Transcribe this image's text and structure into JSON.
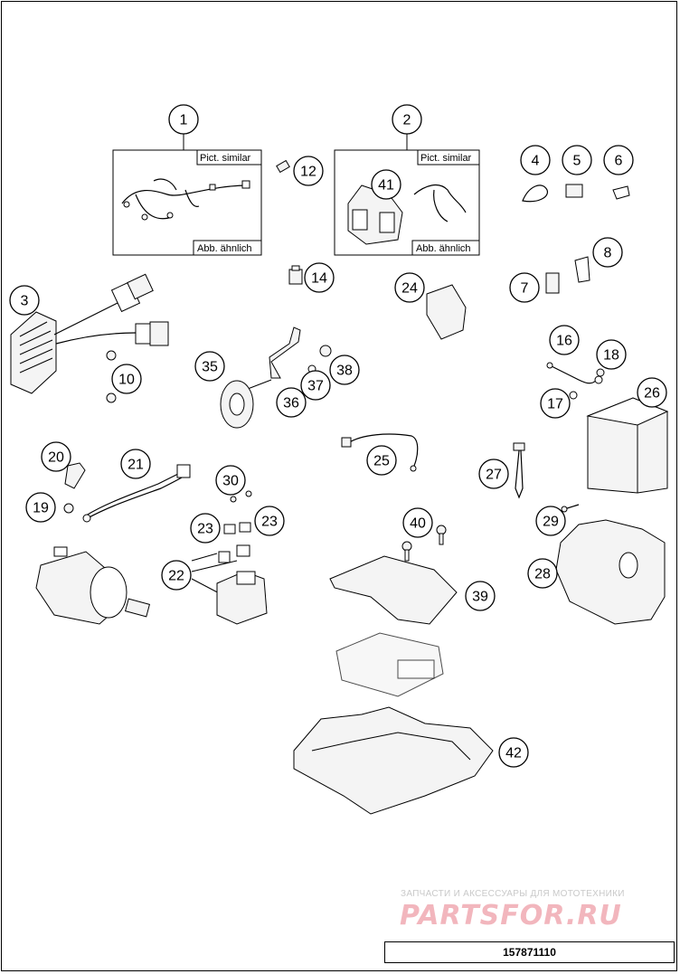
{
  "diagram": {
    "callouts": [
      {
        "id": "c1",
        "label": "1"
      },
      {
        "id": "c2",
        "label": "2"
      },
      {
        "id": "c3",
        "label": "3"
      },
      {
        "id": "c4",
        "label": "4"
      },
      {
        "id": "c5",
        "label": "5"
      },
      {
        "id": "c6",
        "label": "6"
      },
      {
        "id": "c7",
        "label": "7"
      },
      {
        "id": "c8",
        "label": "8"
      },
      {
        "id": "c10",
        "label": "10"
      },
      {
        "id": "c12",
        "label": "12"
      },
      {
        "id": "c14",
        "label": "14"
      },
      {
        "id": "c16",
        "label": "16"
      },
      {
        "id": "c17",
        "label": "17"
      },
      {
        "id": "c18",
        "label": "18"
      },
      {
        "id": "c19",
        "label": "19"
      },
      {
        "id": "c20",
        "label": "20"
      },
      {
        "id": "c21",
        "label": "21"
      },
      {
        "id": "c22",
        "label": "22"
      },
      {
        "id": "c23a",
        "label": "23"
      },
      {
        "id": "c23b",
        "label": "23"
      },
      {
        "id": "c24",
        "label": "24"
      },
      {
        "id": "c25",
        "label": "25"
      },
      {
        "id": "c26",
        "label": "26"
      },
      {
        "id": "c27",
        "label": "27"
      },
      {
        "id": "c28",
        "label": "28"
      },
      {
        "id": "c29",
        "label": "29"
      },
      {
        "id": "c30",
        "label": "30"
      },
      {
        "id": "c35",
        "label": "35"
      },
      {
        "id": "c36",
        "label": "36"
      },
      {
        "id": "c37",
        "label": "37"
      },
      {
        "id": "c38",
        "label": "38"
      },
      {
        "id": "c39",
        "label": "39"
      },
      {
        "id": "c40",
        "label": "40"
      },
      {
        "id": "c41",
        "label": "41"
      },
      {
        "id": "c42",
        "label": "42"
      }
    ],
    "box1": {
      "top_note": "Pict. similar",
      "bottom_note": "Abb. ähnlich"
    },
    "box2": {
      "top_note": "Pict. similar",
      "bottom_note": "Abb. ähnlich"
    }
  },
  "watermark": {
    "tagline": "ЗАПЧАСТИ И АКСЕССУАРЫ ДЛЯ МОТОТЕХНИКИ",
    "brand": "PARTSFOR.RU"
  },
  "drawing_number": "157871110"
}
